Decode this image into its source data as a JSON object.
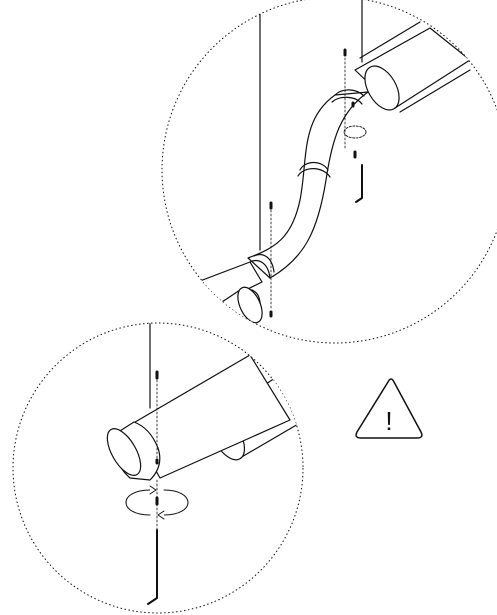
{
  "figure": {
    "type": "assembly-instruction-diagram",
    "panels": [
      {
        "id": "detail-top",
        "subject": "curved-rail-connector"
      },
      {
        "id": "detail-bottom",
        "subject": "rail-end-cap"
      }
    ],
    "warning": {
      "symbol": "!",
      "icon": "warning-triangle-icon"
    },
    "tool": "hex-key-icon",
    "action": "rotate-arrows-icon"
  },
  "colors": {
    "line": "#111111",
    "background": "#ffffff",
    "tube_fill": "#ffffff"
  }
}
